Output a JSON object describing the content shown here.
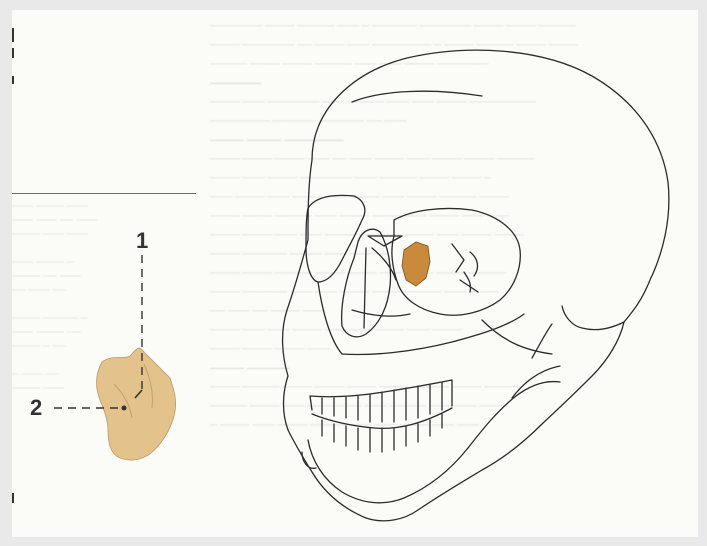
{
  "figure": {
    "callouts": [
      {
        "id": "1",
        "label": "1"
      },
      {
        "id": "2",
        "label": "2"
      }
    ],
    "colors": {
      "bone_fill": "#e3c38b",
      "highlight_fill": "#c98a3c",
      "line": "#2b2b2b"
    }
  }
}
